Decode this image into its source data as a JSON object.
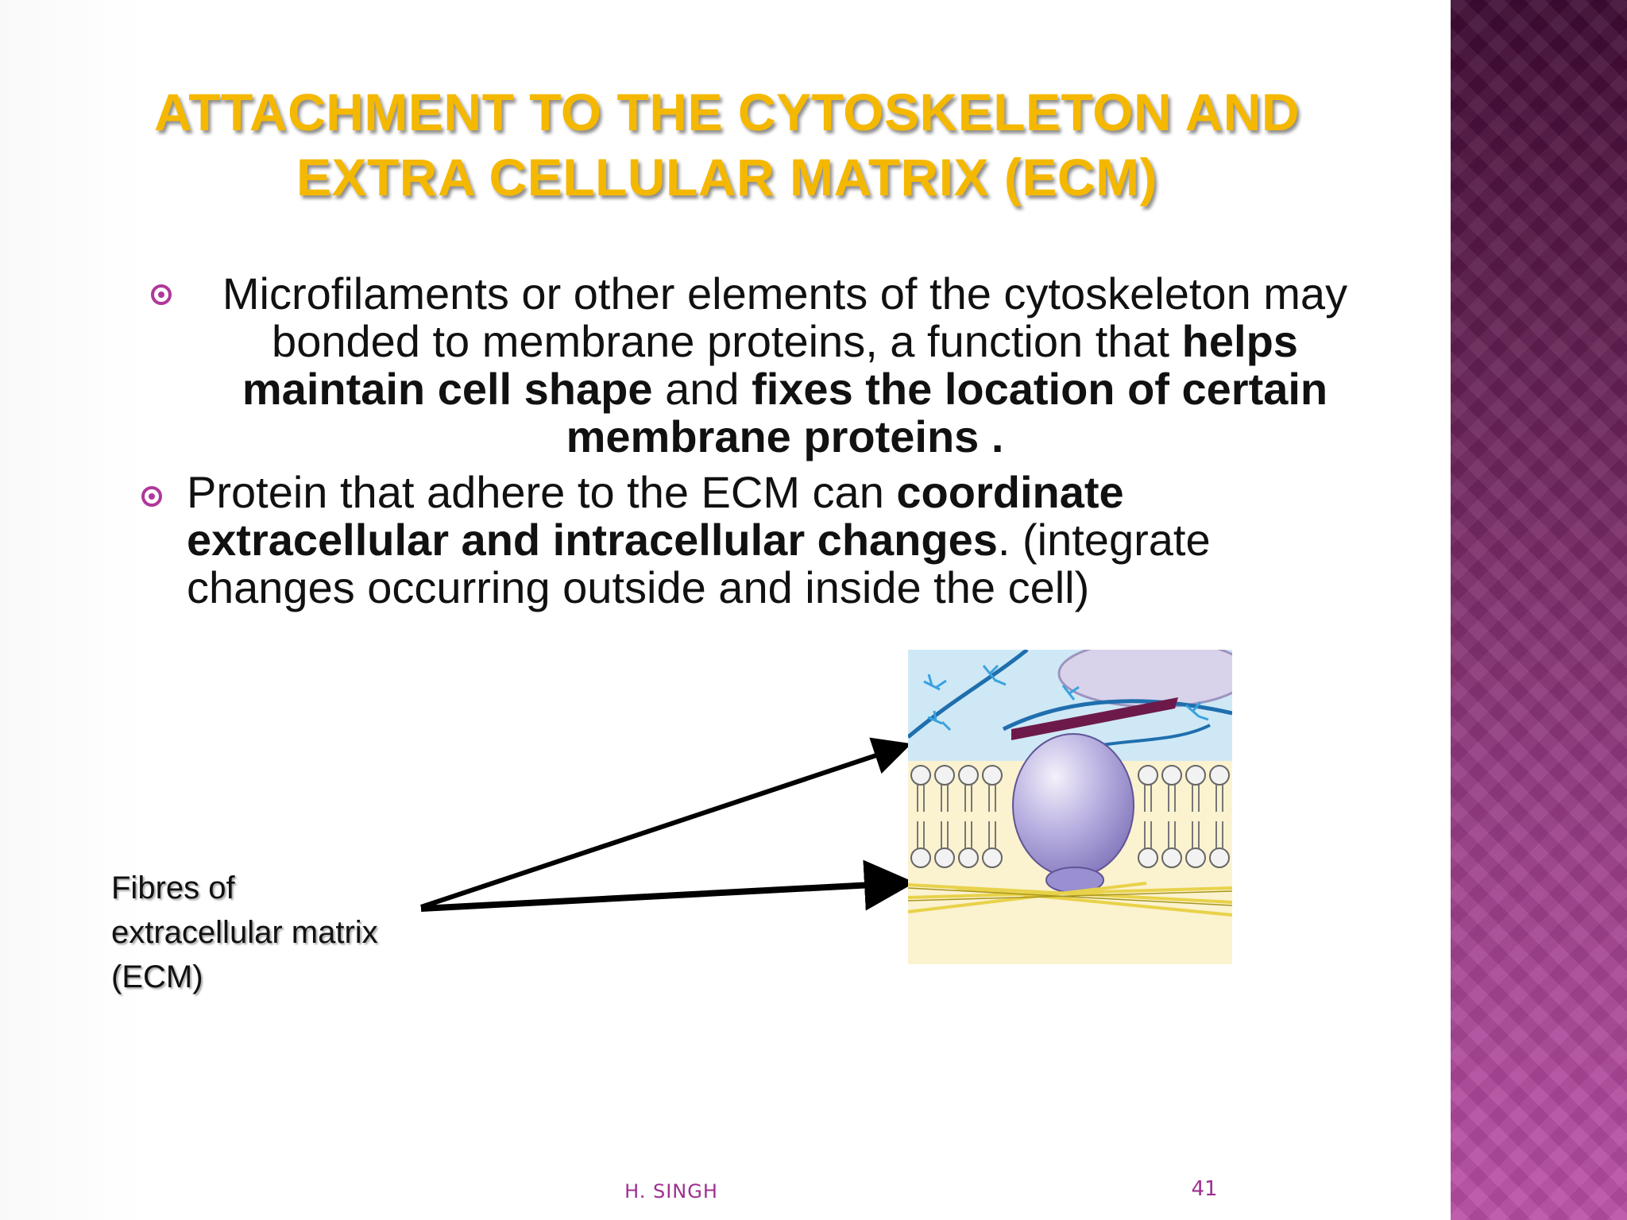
{
  "slide": {
    "title_line1": "ATTACHMENT TO THE CYTOSKELETON AND",
    "title_line2": "EXTRA CELLULAR MATRIX (ECM)",
    "bullet1": {
      "t1": "Microfilaments or other elements of the cytoskeleton may bonded to membrane proteins, a function that ",
      "b1": "helps maintain cell shape",
      "t2": " and ",
      "b2": "fixes the location of certain membrane proteins ."
    },
    "bullet2": {
      "t1": " Protein that adhere to the ECM can ",
      "b1": "coordinate extracellular and intracellular changes",
      "t2": ". (integrate changes occurring outside and inside the cell)"
    },
    "figure_label": {
      "line1": "Fibres of",
      "line2": "extracellular matrix",
      "line3": "(ECM)"
    }
  },
  "footer": {
    "author": "H. SINGH",
    "page_number": "41"
  },
  "colors": {
    "title": "#f5b800",
    "accent": "#b0389a",
    "side_panel_top": "#3e0a33",
    "side_panel_bottom": "#b94fa5"
  },
  "icons": {
    "bullet": "circled-dot-bullet-icon"
  }
}
